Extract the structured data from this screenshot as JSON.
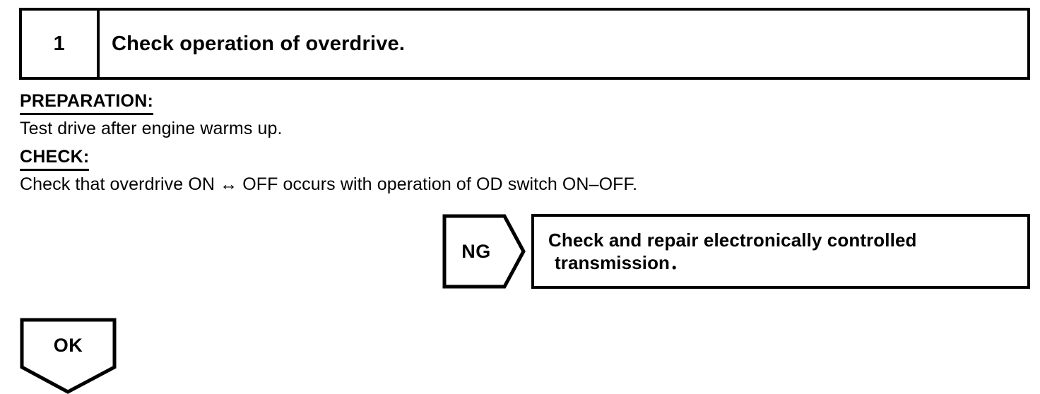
{
  "step": {
    "number": "1",
    "title": "Check operation of overdrive."
  },
  "sections": [
    {
      "heading": "PREPARATION:",
      "body": "Test drive after engine warms up."
    },
    {
      "heading": "CHECK:",
      "body": "Check that overdrive ON ↔ OFF occurs with operation of OD switch ON–OFF."
    }
  ],
  "branches": {
    "ng": {
      "label": "NG",
      "result_lines": [
        "Check and repair electronically controlled",
        "transmission．"
      ]
    },
    "ok": {
      "label": "OK"
    }
  },
  "colors": {
    "ink": "#000000",
    "paper": "#ffffff"
  }
}
